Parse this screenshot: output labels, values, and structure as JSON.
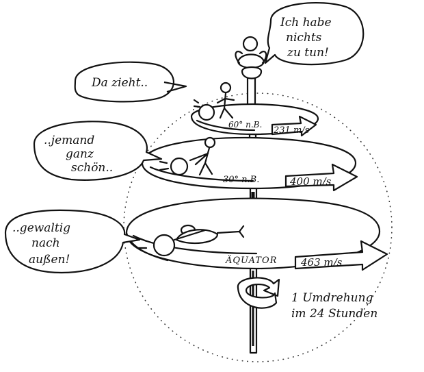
{
  "speech": {
    "top_right": [
      "Ich habe",
      "nichts",
      "zu tun!"
    ],
    "left_1": [
      "Da zieht.."
    ],
    "left_2": [
      "..jemand",
      "ganz",
      "schön.."
    ],
    "left_3": [
      "..gewaltig",
      "nach",
      "außen!"
    ]
  },
  "levels": {
    "top": {
      "label": "60° n.B.",
      "speed": "231 m/s"
    },
    "middle": {
      "label": "30° n.B.",
      "speed": "400 m/s"
    },
    "bottom": {
      "label": "ÄQUATOR",
      "speed": "463 m/s"
    }
  },
  "rotation": [
    "1 Umdrehung",
    "im 24 Stunden"
  ]
}
